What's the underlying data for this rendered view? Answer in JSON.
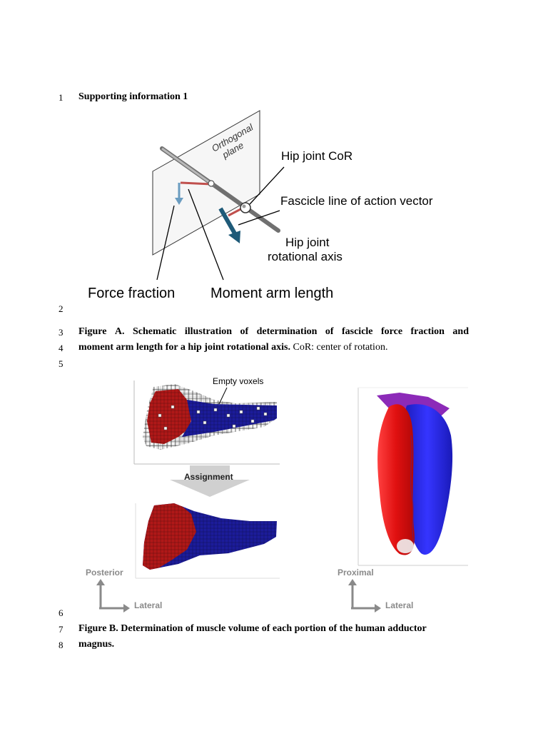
{
  "heading": "Supporting information 1",
  "line_numbers": [
    "1",
    "2",
    "3",
    "4",
    "5",
    "6",
    "7",
    "8"
  ],
  "figure_a": {
    "labels": {
      "orthogonal_plane_1": "Orthogonal",
      "orthogonal_plane_2": "plane",
      "hip_cor": "Hip joint CoR",
      "fascicle_vector": "Fascicle line of action vector",
      "rot_axis_1": "Hip joint",
      "rot_axis_2": "rotational axis",
      "force_fraction": "Force fraction",
      "moment_arm": "Moment arm length"
    },
    "caption_line1_words": [
      "Figure",
      "A.",
      "Schematic",
      "illustration",
      "of",
      "determination",
      "of",
      "fascicle",
      "force",
      "fraction",
      "and"
    ],
    "caption_line2_bold": "moment arm length for a hip joint rotational axis.",
    "caption_line2_normal": " CoR: center of rotation."
  },
  "figure_b": {
    "labels": {
      "empty_voxels": "Empty voxels",
      "assignment": "Assignment",
      "posterior": "Posterior",
      "lateral_left": "Lateral",
      "proximal": "Proximal",
      "lateral_right": "Lateral"
    },
    "caption_line1": "Figure B. Determination of muscle volume of each portion of the human adductor",
    "caption_line2": "magnus."
  },
  "colors": {
    "muscle_red": "#b01818",
    "muscle_blue": "#1c1c9a",
    "surface_red": "#e81a1a",
    "surface_blue": "#2a2ae0",
    "surface_purple": "#8c2ab8",
    "axis_grey": "#8a8a8a",
    "force_arrow": "#6a9cc0",
    "vector_arrow": "#1e5a78",
    "moment_red": "#c0504d"
  }
}
